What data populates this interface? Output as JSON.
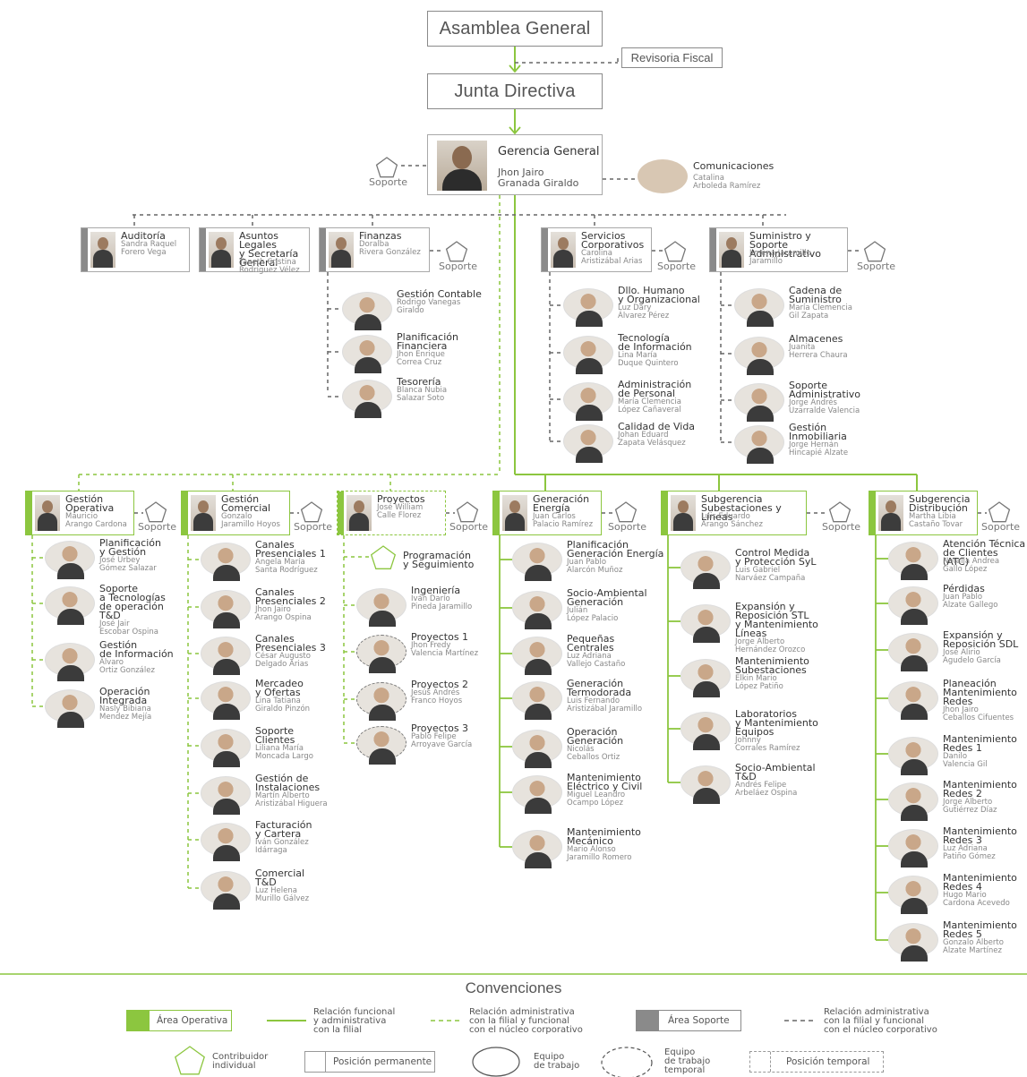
{
  "top": {
    "asamblea": "Asamblea General",
    "revisoria": "Revisoria Fiscal",
    "junta": "Junta Directiva"
  },
  "gerencia": {
    "title": "Gerencia General",
    "name": "Jhon Jairo\nGranada Giraldo"
  },
  "comunicaciones": {
    "title": "Comunicaciones",
    "name": "Catalina\nArboleda Ramírez"
  },
  "support_label": "Soporte",
  "support_units": [
    {
      "title": "Auditoría",
      "name": "Sandra Raquel\nForero Vega"
    },
    {
      "title": "Asuntos Legales\ny Secretaría\nGeneral",
      "name": "Yaneth Cristina\nRodríguez Vélez"
    },
    {
      "title": "Finanzas",
      "name": "Doralba\nRivera González"
    },
    {
      "title": "Servicios\nCorporativos",
      "name": "Carolina\nAristizábal Arias"
    },
    {
      "title": "Suministro y Soporte\nAdministrativo",
      "name": "Jimena Jaramillo\nJaramillo"
    }
  ],
  "finanzas_children": [
    {
      "title": "Gestión Contable",
      "name": "Rodrigo Vanegas\nGiraldo"
    },
    {
      "title": "Planificación\nFinanciera",
      "name": "Jhon Enrique\nCorrea Cruz"
    },
    {
      "title": "Tesorería",
      "name": "Blanca Nubia\nSalazar Soto"
    }
  ],
  "servicios_children": [
    {
      "title": "Dllo. Humano\ny Organizacional",
      "name": "Luz Dary\nÁlvarez Pérez"
    },
    {
      "title": "Tecnología\nde Información",
      "name": "Lina María\nDuque Quintero"
    },
    {
      "title": "Administración\nde Personal",
      "name": "María Clemencia\nLópez Cañaveral"
    },
    {
      "title": "Calidad de Vida",
      "name": "Johan Eduard\nZapata Velásquez"
    }
  ],
  "suministro_children": [
    {
      "title": "Cadena de\nSuministro",
      "name": "María Clemencia\nGil Zapata"
    },
    {
      "title": "Almacenes",
      "name": "Juanita\nHerrera Chaura"
    },
    {
      "title": "Soporte\nAdministrativo",
      "name": "Jorge Andrés\nUzarralde Valencia"
    },
    {
      "title": "Gestión\nInmobiliaria",
      "name": "Jorge Hernán\nHincapié Alzate"
    }
  ],
  "columns": [
    {
      "title": "Gestión\nOperativa",
      "name": "Mauricio\nArango Cardona",
      "children": [
        {
          "title": "Planificación\ny Gestión",
          "name": "José Urbey\nGómez Salazar"
        },
        {
          "title": "Soporte\na Tecnologías\nde operación\nT&D",
          "name": "José Jair\nEscobar Ospina"
        },
        {
          "title": "Gestión\nde Información",
          "name": "Álvaro\nOrtiz González"
        },
        {
          "title": "Operación\nIntegrada",
          "name": "Nasly Bibiana\nMendez Mejía"
        }
      ]
    },
    {
      "title": "Gestión\nComercial",
      "name": "Gonzalo\nJaramillo Hoyos",
      "children": [
        {
          "title": "Canales\nPresenciales 1",
          "name": "Angela María\nSanta Rodríguez"
        },
        {
          "title": "Canales\nPresenciales 2",
          "name": "Jhon Jairo\nArango Ospina"
        },
        {
          "title": "Canales\nPresenciales 3",
          "name": "César Augusto\nDelgado Arias"
        },
        {
          "title": "Mercadeo\ny Ofertas",
          "name": "Lina Tatiana\nGiraldo Pinzón"
        },
        {
          "title": "Soporte\nClientes",
          "name": "Liliana María\nMoncada Largo"
        },
        {
          "title": "Gestión de\nInstalaciones",
          "name": "Martín Alberto\nAristizábal Higuera"
        },
        {
          "title": "Facturación\ny Cartera",
          "name": "Iván González\nIdárraga"
        },
        {
          "title": "Comercial\nT&D",
          "name": "Luz Helena\nMurillo Gálvez"
        }
      ]
    },
    {
      "title": "Proyectos",
      "name": "José William\nCalle Florez",
      "prog": "Programación\ny Seguimiento",
      "children": [
        {
          "title": "Ingeniería",
          "name": "Iván Darío\nPineda Jaramillo"
        },
        {
          "title": "Proyectos 1",
          "name": "Jhon Fredy\nValencia Martínez"
        },
        {
          "title": "Proyectos 2",
          "name": "Jesús Andrés\nFranco Hoyos"
        },
        {
          "title": "Proyectos 3",
          "name": "Pablo Felipe\nArroyave García"
        }
      ]
    },
    {
      "title": "Generación\nEnergía",
      "name": "Juan Carlos\nPalacio Ramírez",
      "children": [
        {
          "title": "Planificación\nGeneración Energía",
          "name": "Juan Pablo\nAlarcón Muñoz"
        },
        {
          "title": "Socio-Ambiental\nGeneración",
          "name": "Julián\nLópez Palacio"
        },
        {
          "title": "Pequeñas\nCentrales",
          "name": "Luz Adriana\nVallejo Castaño"
        },
        {
          "title": "Generación\nTermodorada",
          "name": "Luis Fernando\nAristizábal Jaramillo"
        },
        {
          "title": "Operación\nGeneración",
          "name": "Nicolás\nCeballos Ortiz"
        },
        {
          "title": "Mantenimiento\nEléctrico y Civil",
          "name": "Miguel Leandro\nOcampo López"
        },
        {
          "title": "Mantenimiento\nMecánico",
          "name": "Mario Alonso\nJaramillo Romero"
        }
      ]
    },
    {
      "title": "Subgerencia\nSubestaciones y Líneas",
      "name": "Luis Eduardo\nArango Sánchez",
      "children": [
        {
          "title": "Control Medida\ny Protección SyL",
          "name": "Luis Gabriel\nNarváez Campaña"
        },
        {
          "title": "Expansión y\nReposición STL\ny Mantenimiento\nLíneas",
          "name": "Jorge Alberto\nHernández Orozco"
        },
        {
          "title": "Mantenimiento\nSubestaciones",
          "name": "Elkin Mario\nLópez Patiño"
        },
        {
          "title": "Laboratorios\ny Mantenimiento\nEquipos",
          "name": "Johnny\nCorrales Ramírez"
        },
        {
          "title": "Socio-Ambiental\nT&D",
          "name": "Andrés Felipe\nArbeláez Ospina"
        }
      ]
    },
    {
      "title": "Subgerencia\nDistribución",
      "name": "Martha Libia\nCastaño Tovar",
      "children": [
        {
          "title": "Atención Técnica\nde Clientes (ATC)",
          "name": "Natalia Andrea\nGallo López"
        },
        {
          "title": "Pérdidas",
          "name": "Juan Pablo\nAlzate Gallego"
        },
        {
          "title": "Expansión y\nReposición SDL",
          "name": "José Alirio\nAgudelo García"
        },
        {
          "title": "Planeación\nMantenimiento\nRedes",
          "name": "Jhon Jairo\nCeballos Cifuentes"
        },
        {
          "title": "Mantenimiento\nRedes 1",
          "name": "Danilo\nValencia Gil"
        },
        {
          "title": "Mantenimiento\nRedes 2",
          "name": "Jorge Alberto\nGutiérrez Díaz"
        },
        {
          "title": "Mantenimiento\nRedes 3",
          "name": "Luz Adriana\nPatiño Gómez"
        },
        {
          "title": "Mantenimiento\nRedes 4",
          "name": "Hugo Mario\nCardona Acevedo"
        },
        {
          "title": "Mantenimiento\nRedes 5",
          "name": "Gonzalo Alberto\nAlzate Martínez"
        }
      ]
    }
  ],
  "conventions": {
    "title": "Convenciones",
    "area_operativa": "Área Operativa",
    "rel_funcional": "Relación funcional\ny administrativa\ncon la filial",
    "rel_admin_filial": "Relación administrativa\ncon la filial y funcional\ncon el núcleo corporativo",
    "area_soporte": "Área Soporte",
    "rel_admin_corp": "Relación administrativa\ncon la filial y funcional\ncon el núcleo corporativo",
    "contribuidor": "Contribuidor\nindividual",
    "posicion_permanente": "Posición permanente",
    "equipo_trabajo": "Equipo\nde trabajo",
    "equipo_temporal": "Equipo\nde trabajo\ntemporal",
    "posicion_temporal": "Posición temporal"
  },
  "colors": {
    "green": "#8cc63f",
    "grey": "#8a8a8a",
    "dash": "#666666"
  }
}
